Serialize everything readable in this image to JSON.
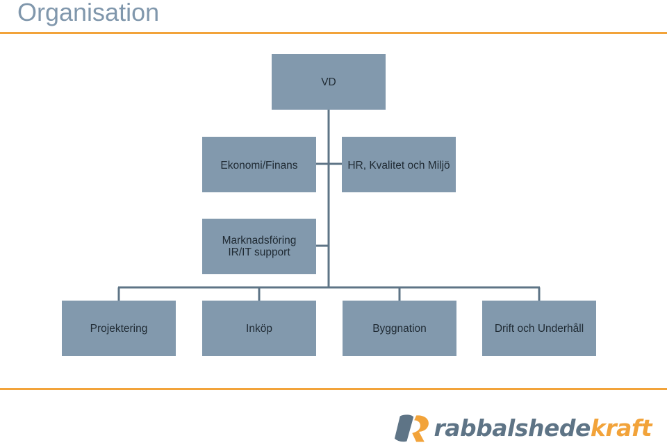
{
  "title": "Organisation",
  "colors": {
    "title": "#8097ac",
    "accent_line": "#f2a33a",
    "box_fill": "#8299ad",
    "box_text": "#1f2a33",
    "connector": "#5e7486",
    "logo_mark_left": "#5e7486",
    "logo_mark_right": "#f2a33a",
    "logo_text_primary": "#5e7486",
    "logo_text_accent": "#f2a33a"
  },
  "org": {
    "top": {
      "label": "VD"
    },
    "staff": [
      {
        "label": "Ekonomi/Finans"
      },
      {
        "label": "HR, Kvalitet och Miljö"
      },
      {
        "lines": [
          "Marknadsföring",
          "IR/IT support"
        ]
      }
    ],
    "departments": [
      {
        "label": "Projektering"
      },
      {
        "label": "Inköp"
      },
      {
        "label": "Byggnation"
      },
      {
        "label": "Drift och Underhåll"
      }
    ]
  },
  "logo": {
    "icon": "rk-logo-mark-icon",
    "text_primary": "rabbalshede",
    "text_accent": "kraft"
  }
}
